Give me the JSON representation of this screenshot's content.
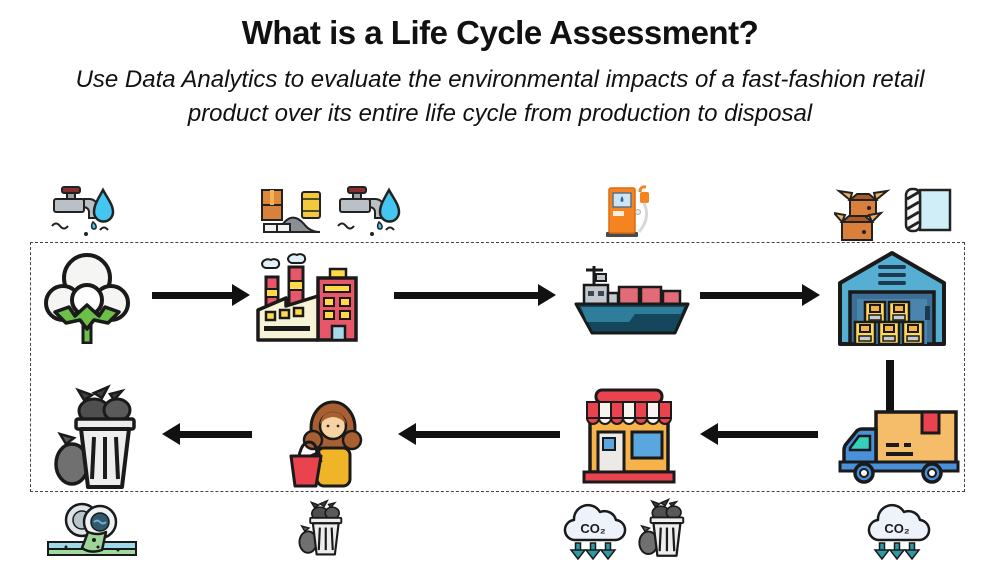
{
  "header": {
    "title": "What is a Life Cycle Assessment?",
    "subtitle_line1": "Use Data Analytics to evaluate the environmental impacts of a fast-fashion retail",
    "subtitle_line2": "product over its entire life cycle from production to disposal"
  },
  "diagram": {
    "co2_label": "CO₂",
    "input_icons_top": [
      "water-faucet-icon",
      "raw-materials-icon",
      "water-faucet-icon",
      "fuel-pump-icon",
      "packaging-boxes-icon",
      "fabric-roll-icon"
    ],
    "stage_icons_top_row": [
      "cotton-plant-icon",
      "factory-icon",
      "cargo-ship-icon",
      "warehouse-icon"
    ],
    "stage_icons_bottom_row": [
      "trash-bags-icon",
      "shopper-icon",
      "storefront-icon",
      "delivery-truck-icon"
    ],
    "output_icons_bottom": [
      "water-pollution-icon",
      "trash-bags-icon",
      "co2-cloud-icon",
      "trash-bags-icon",
      "co2-cloud-icon"
    ]
  },
  "colors": {
    "arrow_black": "#111111",
    "boundary_dash": "#444444",
    "water_blue": "#45c6f0",
    "factory_red": "#e8566a",
    "warehouse_blue": "#57aed3",
    "carton_yellow": "#ffd957",
    "truck_orange": "#f5bc6a",
    "store_red": "#e8434e",
    "cotton_green": "#6cc04a",
    "co2_teal": "#2e9aa8"
  }
}
